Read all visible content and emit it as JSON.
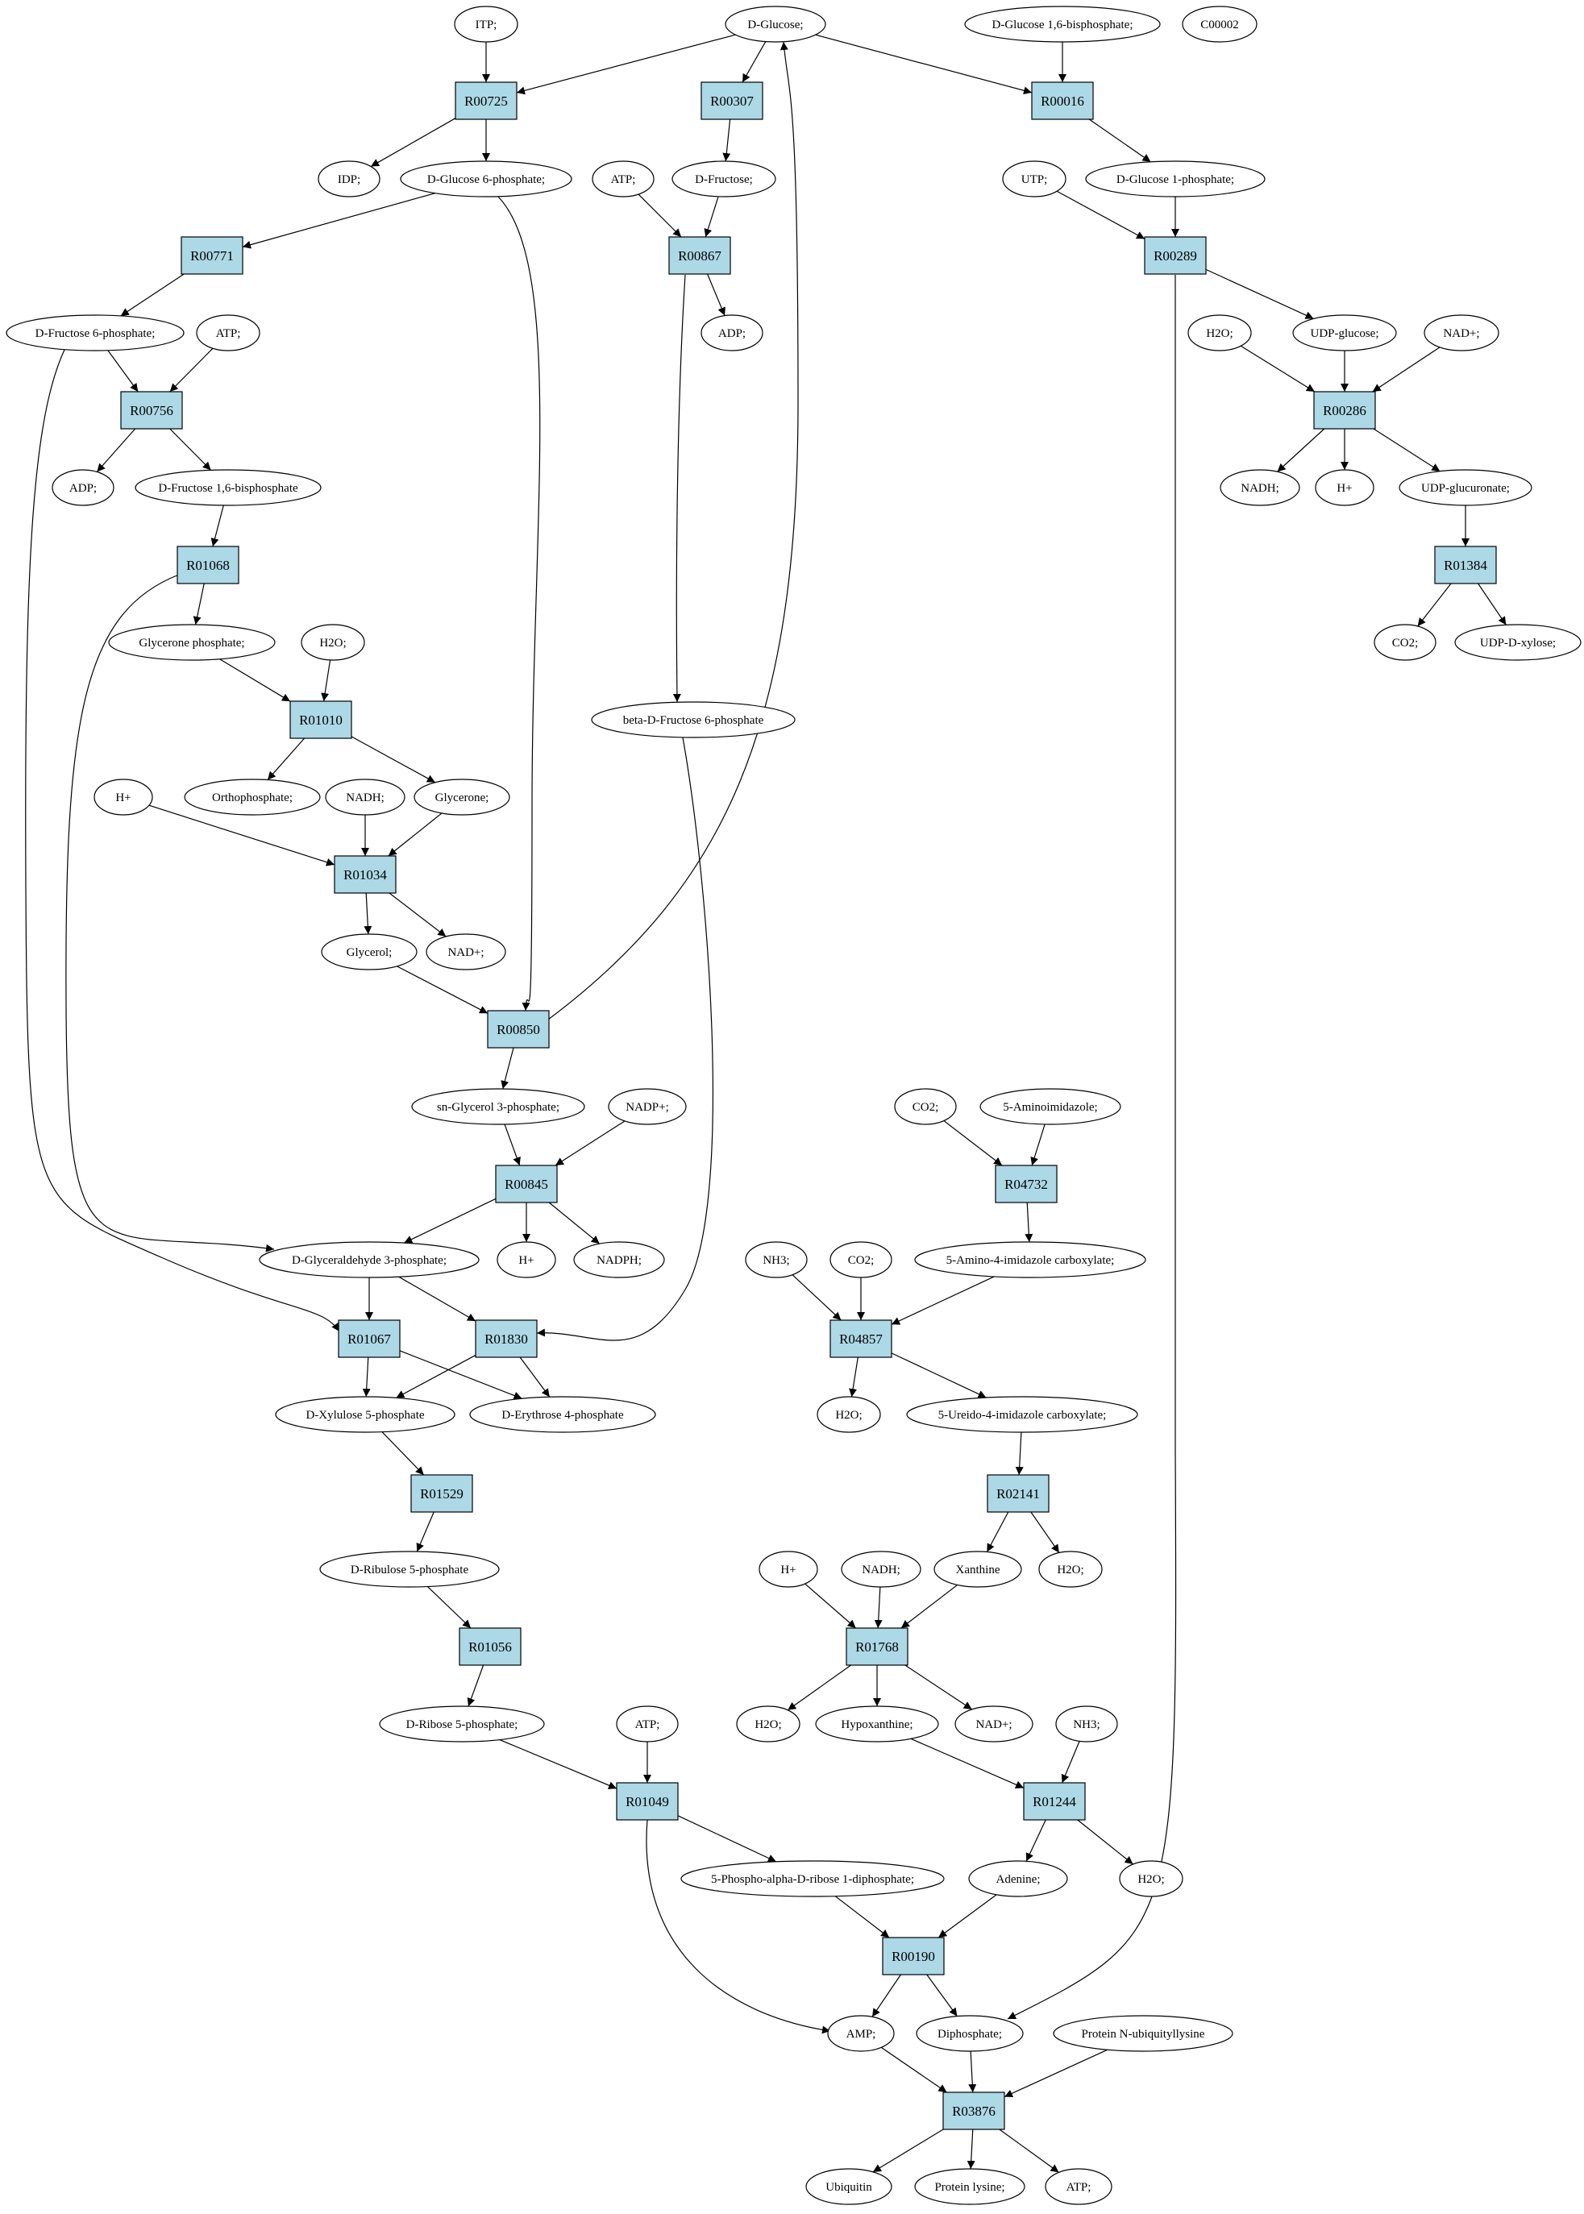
{
  "colors": {
    "reaction_fill": "#add8e6",
    "compound_fill": "#ffffff",
    "highlight_start": "#00ee00",
    "highlight_unconnected": "#ffff00",
    "stroke": "#000000"
  },
  "nodes": {
    "itp": "ITP;",
    "glucose": "D-Glucose;",
    "g16bp": "D-Glucose 1,6-bisphosphate;",
    "c00002": "C00002",
    "idp": "IDP;",
    "g6p": "D-Glucose 6-phosphate;",
    "atp1": "ATP;",
    "fructose": "D-Fructose;",
    "utp": "UTP;",
    "g1p": "D-Glucose 1-phosphate;",
    "adp1": "ADP;",
    "f6p": "D-Fructose 6-phosphate;",
    "atp2": "ATP;",
    "h2o1": "H2O;",
    "udpglc": "UDP-glucose;",
    "nad1": "NAD+;",
    "adp2": "ADP;",
    "f16bp": "D-Fructose 1,6-bisphosphate",
    "nadh1": "NADH;",
    "h1": "H+",
    "udpgla": "UDP-glucuronate;",
    "gp": "Glycerone phosphate;",
    "h2o2": "H2O;",
    "co2a": "CO2;",
    "udpxyl": "UDP-D-xylose;",
    "bf6p": "beta-D-Fructose 6-phosphate",
    "pi": "Orthophosphate;",
    "hplus2": "H+",
    "nadh2": "NADH;",
    "glycerone": "Glycerone;",
    "glycerol": "Glycerol;",
    "nad2": "NAD+;",
    "g3p": "sn-Glycerol 3-phosphate;",
    "nadp": "NADP+;",
    "co2b": "CO2;",
    "air": "5-Aminoimidazole;",
    "ga3p": "D-Glyceraldehyde 3-phosphate;",
    "h3": "H+",
    "nadph": "NADPH;",
    "nh3a": "NH3;",
    "co2c": "CO2;",
    "aic": "5-Amino-4-imidazole carboxylate;",
    "x5p": "D-Xylulose 5-phosphate",
    "e4p": "D-Erythrose 4-phosphate",
    "h2o3": "H2O;",
    "uic": "5-Ureido-4-imidazole carboxylate;",
    "ru5p": "D-Ribulose 5-phosphate",
    "h4": "H+",
    "nadh3": "NADH;",
    "xanthine": "Xanthine",
    "h2o4": "H2O;",
    "r5p": "D-Ribose 5-phosphate;",
    "atp3": "ATP;",
    "h2o5": "H2O;",
    "hypox": "Hypoxanthine;",
    "nad3": "NAD+;",
    "nh3b": "NH3;",
    "prpp": "5-Phospho-alpha-D-ribose 1-diphosphate;",
    "adenine": "Adenine;",
    "h2o6": "H2O;",
    "amp": "AMP;",
    "ppi": "Diphosphate;",
    "pubk": "Protein N-ubiquityllysine",
    "ubq": "Ubiquitin",
    "plys": "Protein lysine;",
    "atp4": "ATP;"
  },
  "reactions": {
    "r00725": "R00725",
    "r00307": "R00307",
    "r00016": "R00016",
    "r00771": "R00771",
    "r00867": "R00867",
    "r00289": "R00289",
    "r00756": "R00756",
    "r00286": "R00286",
    "r01068": "R01068",
    "r01384": "R01384",
    "r01010": "R01010",
    "r01034": "R01034",
    "r00850": "R00850",
    "r00845": "R00845",
    "r04732": "R04732",
    "r01067": "R01067",
    "r01830": "R01830",
    "r04857": "R04857",
    "r02141": "R02141",
    "r01529": "R01529",
    "r01768": "R01768",
    "r01056": "R01056",
    "r01049": "R01049",
    "r01244": "R01244",
    "r00190": "R00190",
    "r03876": "R03876"
  }
}
